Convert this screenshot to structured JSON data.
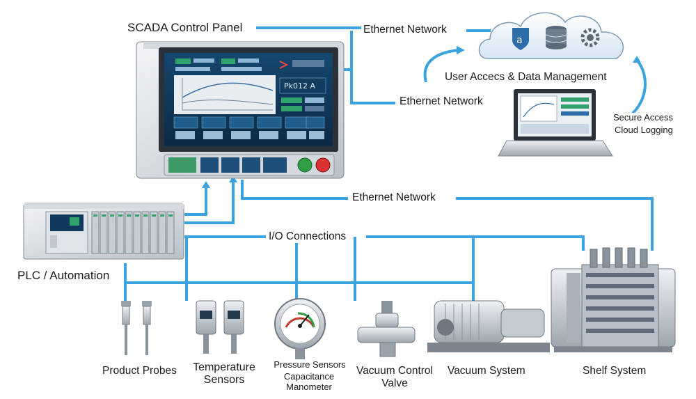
{
  "labels": {
    "scada": "SCADA Control Panel",
    "ethernet_top": "Ethernet Network",
    "ethernet_mid": "Ethernet Network",
    "ethernet_lower": "Ethernet Network",
    "user_access": "User Accecs & Data Management",
    "secure_access": "Secure Access",
    "cloud_logging": "Cloud Logging",
    "plc": "PLC  / Automation",
    "io_connections": "I/O Connections",
    "product_probes": "Product Probes",
    "temperature_sensors": "Temperature Sensors",
    "pressure_sensors": "Pressure Sensors",
    "capacitance_manometer": "Capacitance Manometer",
    "vacuum_control_valve": "Vacuum Control Valve",
    "vacuum_system": "Vacuum System",
    "shelf_system": "Shelf System"
  },
  "screen": {
    "readout": "Pk012 A"
  },
  "colors": {
    "link": "#3aa3e0",
    "screen_bg": "#0d3556",
    "panel": "#e4e8ec",
    "cloud": "#eaf2fa"
  }
}
